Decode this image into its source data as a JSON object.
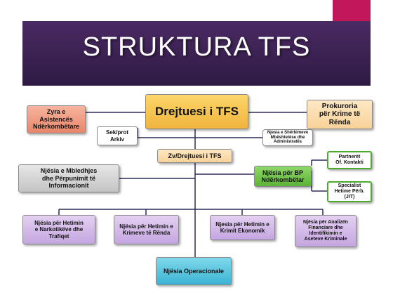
{
  "title": "STRUKTURA TFS",
  "colors": {
    "banner": "#3c2353",
    "accent": "#c2185b",
    "line": "#2b2b5a"
  },
  "nodes": {
    "director": "Drejtuesi i TFS",
    "foreign_assistance": "Zyra e\nAsistencës\nNdërkombëtare",
    "prosecution": "Prokuroria\npër Krime të\nRënda",
    "secretary_archive": "Sek/prot\nArkiv",
    "admin_services": "Njesia e Shërbimeve\nMbështetëse dhe\nAdministratës",
    "deputy_director": "Zv/Drejtuesi i TFS",
    "info_processing": "Njësia e Mbledhjes\ndhe Përpunimit të\nInformacionit",
    "international_bp": "Njësia për BP\nNdërkombëtar",
    "partners": "Partnerët\nOf. Kontakti",
    "jit_specialist": "Specialist\nHetime Përb.\n(JIT)",
    "narcotics": "Njësia për Hetimin\ne Narkotikëve dhe\nTrafiqet",
    "serious_crimes": "Njësia për Hetimin e\nKrimeve të Rënda",
    "economic_crime": "Njesia për Hetimin e\nKrimit Ekonomik",
    "financial_analysis": "Njësia për Analizën\nFinanciare dhe\nIdentifikimin e\nAseteve Kriminale",
    "operational": "Njësia Operacionale"
  }
}
